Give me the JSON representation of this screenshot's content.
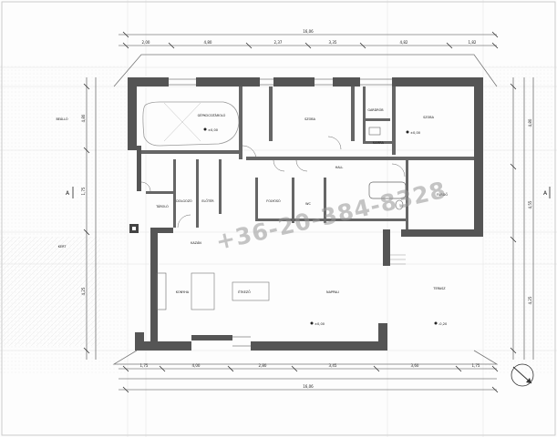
{
  "watermark": "+36-20-384-8328",
  "dimensions": {
    "top_overall": "16,06",
    "top_segments": [
      "2,00",
      "4,80",
      "2,37",
      "3,35",
      "4,82",
      "1,82"
    ],
    "bottom_overall": "16,06",
    "bottom_segments": [
      "1,75",
      "4,00",
      "2,80",
      "3,45",
      "3,60",
      "1,75"
    ],
    "left_side": [
      "4,80",
      "1,75",
      "4,25"
    ],
    "right_side": [
      "4,80",
      "4,55",
      "4,25"
    ]
  },
  "rooms": [
    {
      "id": "garage",
      "label": "GÉPKOCSITÁROLÓ"
    },
    {
      "id": "bedroom1",
      "label": "SZOBA"
    },
    {
      "id": "wardrobe",
      "label": "GARDRÓB"
    },
    {
      "id": "bedroom2",
      "label": "SZOBA"
    },
    {
      "id": "hall",
      "label": "HALL"
    },
    {
      "id": "pantry",
      "label": "KAMRA"
    },
    {
      "id": "bathroom",
      "label": "FÜRDŐ"
    },
    {
      "id": "wc",
      "label": "WC"
    },
    {
      "id": "corridor",
      "label": "FOLYOSÓ"
    },
    {
      "id": "entry",
      "label": "ELŐTÉR"
    },
    {
      "id": "kitchen",
      "label": "KONYHA"
    },
    {
      "id": "dining",
      "label": "ÉTKEZŐ"
    },
    {
      "id": "living",
      "label": "NAPPALI"
    },
    {
      "id": "terrace",
      "label": "TERASZ"
    },
    {
      "id": "study",
      "label": "DOLGOZÓ"
    },
    {
      "id": "storage",
      "label": "TÁROLÓ"
    },
    {
      "id": "boiler",
      "label": "KAZÁN"
    },
    {
      "id": "parking",
      "label": "BEÁLLÓ"
    },
    {
      "id": "garden",
      "label": "KERT"
    }
  ],
  "levels": [
    "±0,00",
    "±0,00",
    "±0,00",
    "-0,20"
  ],
  "section_marks": [
    "A",
    "A"
  ],
  "north_arrow": "north-icon"
}
